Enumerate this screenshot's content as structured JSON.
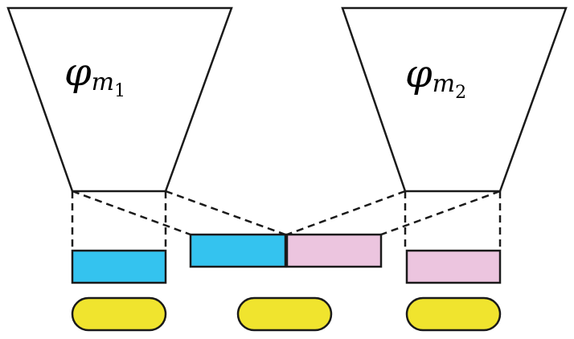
{
  "colors": {
    "stroke": "#1a1a1a",
    "blue": "#34c3ef",
    "pink": "#ecc5df",
    "yellow": "#f0e42e",
    "background": "#ffffff"
  },
  "encoder_left": {
    "symbol": "φ",
    "sub": "m",
    "subsub": "1"
  },
  "encoder_right": {
    "symbol": "φ",
    "sub": "m",
    "subsub": "2"
  }
}
